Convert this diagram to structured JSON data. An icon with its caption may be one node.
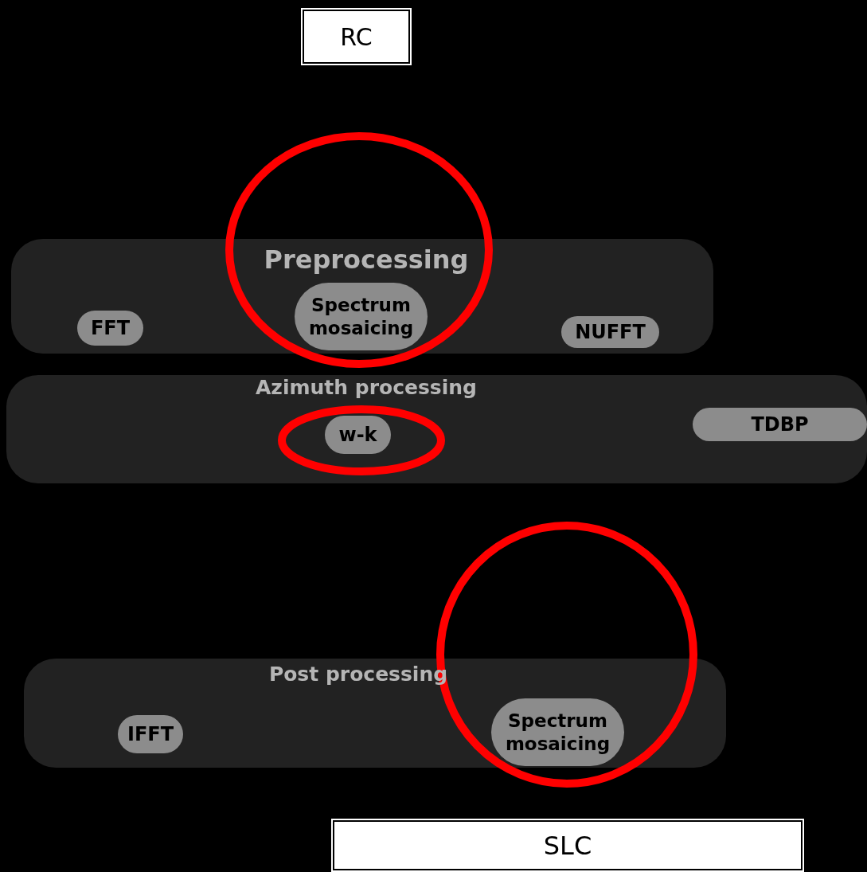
{
  "diagram": {
    "nodes": [
      {
        "text": [
          "RC"
        ]
      },
      {
        "text": [
          "Preprocessing"
        ]
      },
      {
        "text": [
          "FFT"
        ],
        "in": 1
      },
      {
        "text": [
          "Spectrum mosaicing"
        ],
        "in": 1
      },
      {
        "text": [
          "NUFFT"
        ],
        "in": 1
      },
      {
        "text": [
          "Azimuth processing"
        ]
      },
      {
        "text": [
          "w-k"
        ],
        "in": 5
      },
      {
        "text": [
          "TDBP"
        ],
        "in": 5
      },
      {
        "text": [
          "Post processing"
        ]
      },
      {
        "text": [
          "IFFT"
        ],
        "in": 8
      },
      {
        "text": [
          "Spectrum mosaicing"
        ],
        "in": 8
      },
      {
        "text": [
          "SLC"
        ]
      }
    ]
  }
}
